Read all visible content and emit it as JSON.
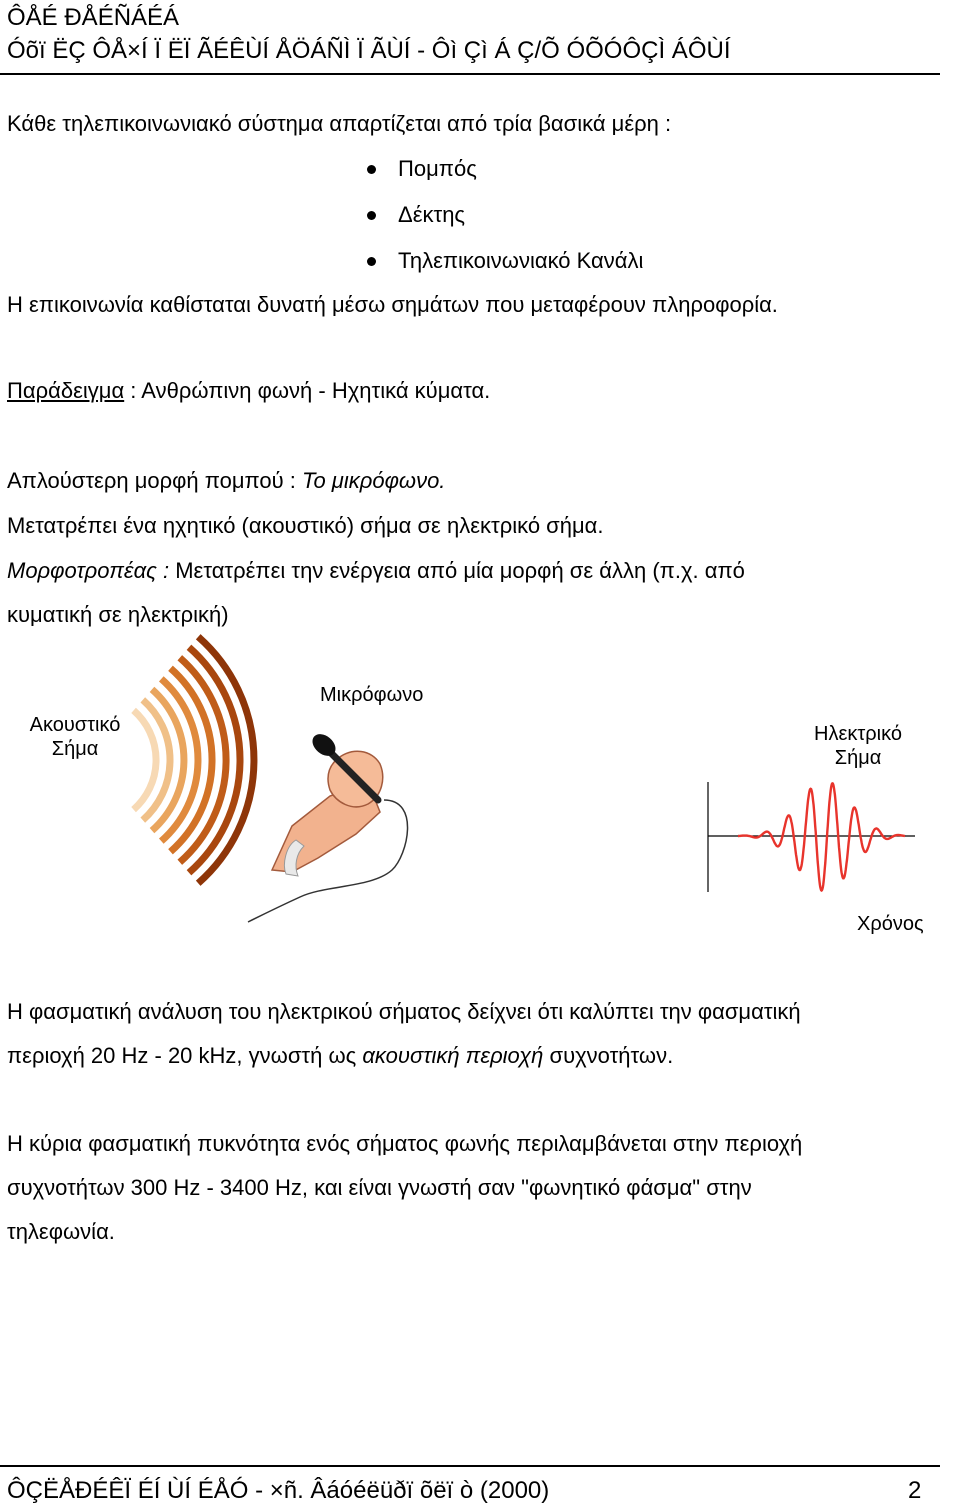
{
  "header": {
    "title": "ÔÅÉ ÐÅÉÑÁÉÁ",
    "subtitle": "Óõï ËÇ ÔÅ×Í Ï ËÏ ÃÉÊÙÍ ÅÖÁÑÌ Ï ÃÙÍ  - Ôì Çì Á Ç/Õ  ÓÕÓÔÇÌ ÁÔÙÍ"
  },
  "intro": "Κάθε τηλεπικοινωνιακό σύστημα απαρτίζεται από τρία βασικά μέρη :",
  "parts": [
    "Πομπός",
    "Δέκτης",
    "Τηλεπικοινωνιακό Κανάλι"
  ],
  "communication": "Η επικοινωνία καθίσταται δυνατή μέσω σημάτων που μεταφέρουν πληροφορία.",
  "example": {
    "label": "Παράδειγμα",
    "text": " : Ανθρώπινη φωνή - Ηχητικά κύματα."
  },
  "simplest": {
    "text": "Απλούστερη μορφή πομπού : ",
    "emphasis": "Το μικρόφωνο."
  },
  "converts": "Μετατρέπει ένα ηχητικό (ακουστικό) σήμα σε ηλεκτρικό σήμα.",
  "transducer": {
    "term": "Μορφοτροπέας :",
    "line1": " Μετατρέπει την ενέργεια από μία μορφή σε άλλη (π.χ. από",
    "line2": "κυματική σε ηλεκτρική)"
  },
  "figure": {
    "acoustic_line1": "Ακουστικό",
    "acoustic_line2": "Σήμα",
    "microphone": "Μικρόφωνο",
    "electric_line1": "Ηλεκτρικό",
    "electric_line2": "Σήμα",
    "time": "Χρόνος",
    "wave_color": "#e8342c",
    "arc_colors": [
      "#f7d9b4",
      "#f0c088",
      "#e9a55e",
      "#e08a3d",
      "#d27226",
      "#c05c18",
      "#a9470e",
      "#8e3508"
    ]
  },
  "spectral1": {
    "line1": "Η φασματική ανάλυση του ηλεκτρικού σήματος δείχνει ότι καλύπτει την φασματική",
    "pre": "περιοχή 20 Hz - 20 kHz, γνωστή ως ",
    "emphasis": "ακουστική περιοχή",
    "post": " συχνοτήτων."
  },
  "spectral2": {
    "line1": "Η κύρια φασματική πυκνότητα ενός σήματος φωνής περιλαμβάνεται στην περιοχή",
    "line2": "συχνοτήτων 300 Hz - 3400 Hz, και είναι γνωστή σαν \"φωνητικό φάσμα\" στην",
    "line3": "τηλεφωνία."
  },
  "footer": {
    "text": "ÔÇËÅÐÉÊÏ ÉÍ ÙÍ ÉÅÓ -  ×ñ. Âáóéëüðï õëï ò (2000)",
    "page": "2"
  }
}
